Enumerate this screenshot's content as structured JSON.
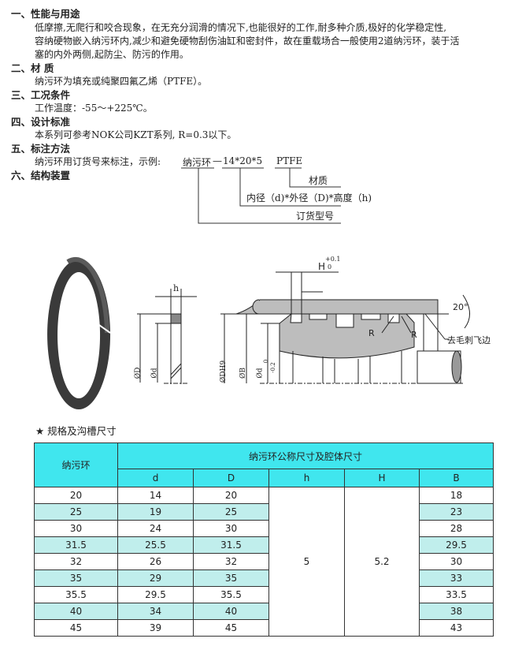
{
  "sections": [
    {
      "heading": "一、性能与用途",
      "lines": [
        "低摩擦,无爬行和咬合现象，在无充分润滑的情况下,也能很好的工作,耐多种介质,极好的化学稳定性,",
        "容纳硬物嵌入纳污环内,减少和避免硬物刮伤油缸和密封件，故在重载场合一般使用2道纳污环，装于活",
        "塞的内外两侧,起防尘、防污的作用。"
      ]
    },
    {
      "heading": "二、材  质",
      "lines": [
        "纳污环为填充或纯聚四氟乙烯（PTFE）。"
      ]
    },
    {
      "heading": "三、工况条件",
      "lines": [
        "工作温度：-55～+225℃。"
      ]
    },
    {
      "heading": "四、设计标准",
      "lines": [
        "本系列可参考NOK公司KZT系列, R=0.3以下。"
      ]
    },
    {
      "heading": "五、标注方法",
      "lines": [
        "纳污环用订货号来标注，示例:"
      ]
    },
    {
      "heading": "六、结构装置",
      "lines": []
    }
  ],
  "example": {
    "part_name": "纳污环",
    "dash": "—",
    "dims": "14*20*5",
    "material": "PTFE",
    "label_material": "材质",
    "label_dims": "内径（d)*外径（D)*高度（h)",
    "label_order": "订货型号"
  },
  "drawing": {
    "ring_color": "#3a3a3a",
    "section_color": "#bdbdbd",
    "labels": {
      "h": "h",
      "D": "ØD",
      "d": "Ød",
      "DH9": "ØDH9",
      "B": "ØB",
      "d_tol": "Ød",
      "d_tol_upper": "0",
      "d_tol_lower": "-0.2",
      "H": "H",
      "H_upper": "+0.1",
      "H_lower": "0",
      "angle": "20°",
      "R1": "R",
      "R2": "R",
      "deburr": "去毛刺飞边"
    }
  },
  "table": {
    "title": "★ 规格及沟槽尺寸",
    "header_ring": "纳污环",
    "header_group": "纳污环公称尺寸及腔体尺寸",
    "columns": [
      "d",
      "D",
      "h",
      "H",
      "B"
    ],
    "h_value": "5",
    "H_value": "5.2",
    "rows": [
      {
        "ring": "20",
        "d": "14",
        "D": "20",
        "B": "18"
      },
      {
        "ring": "25",
        "d": "19",
        "D": "25",
        "B": "23"
      },
      {
        "ring": "30",
        "d": "24",
        "D": "30",
        "B": "28"
      },
      {
        "ring": "31.5",
        "d": "25.5",
        "D": "31.5",
        "B": "29.5"
      },
      {
        "ring": "32",
        "d": "26",
        "D": "32",
        "B": "30"
      },
      {
        "ring": "35",
        "d": "29",
        "D": "35",
        "B": "33"
      },
      {
        "ring": "35.5",
        "d": "29.5",
        "D": "35.5",
        "B": "33.5"
      },
      {
        "ring": "40",
        "d": "34",
        "D": "40",
        "B": "38"
      },
      {
        "ring": "45",
        "d": "39",
        "D": "45",
        "B": "43"
      }
    ],
    "header_color": "#40e6ee",
    "alt_row_color": "#c0eeec"
  }
}
